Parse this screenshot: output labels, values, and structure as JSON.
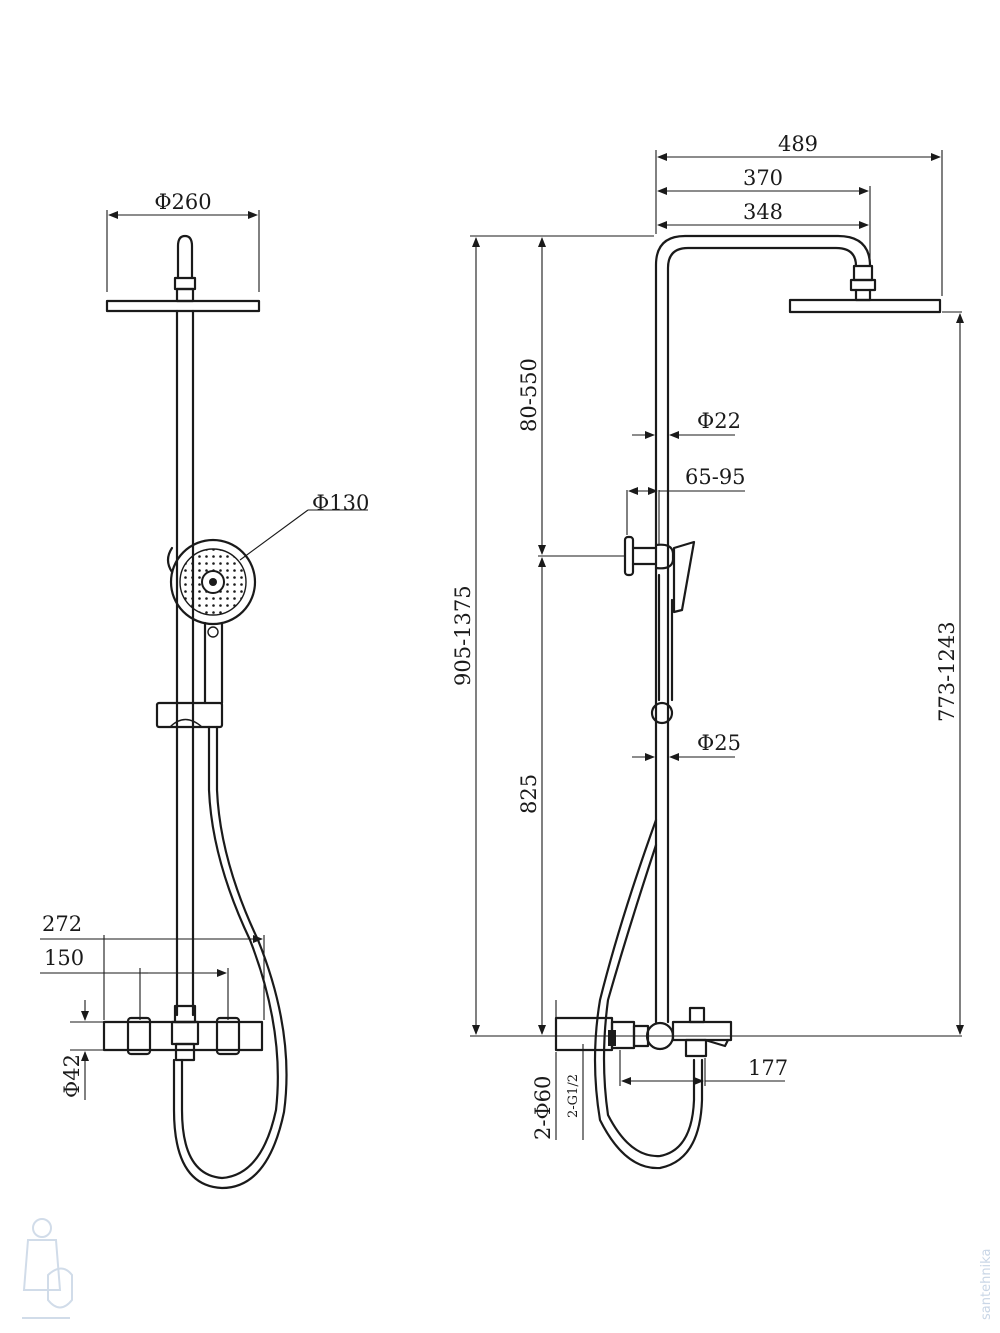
{
  "dimensions": {
    "head_diameter": "Φ260",
    "hand_shower_diameter": "Φ130",
    "width_272": "272",
    "width_150": "150",
    "pipe_42": "Φ42",
    "overall_width": "489",
    "arm_370": "370",
    "arm_348": "348",
    "adjust_top": "80-550",
    "rod_22": "Φ22",
    "holder_offset": "65-95",
    "total_height": "905-1375",
    "head_height": "773-1243",
    "rod_25": "Φ25",
    "lower_825": "825",
    "spout_177": "177",
    "cover_60": "2-Φ60",
    "thread": "2-G1/2"
  },
  "watermark": "santehnika",
  "colors": {
    "line": "#1a1a1a",
    "watermark": "#c9d6e6"
  }
}
